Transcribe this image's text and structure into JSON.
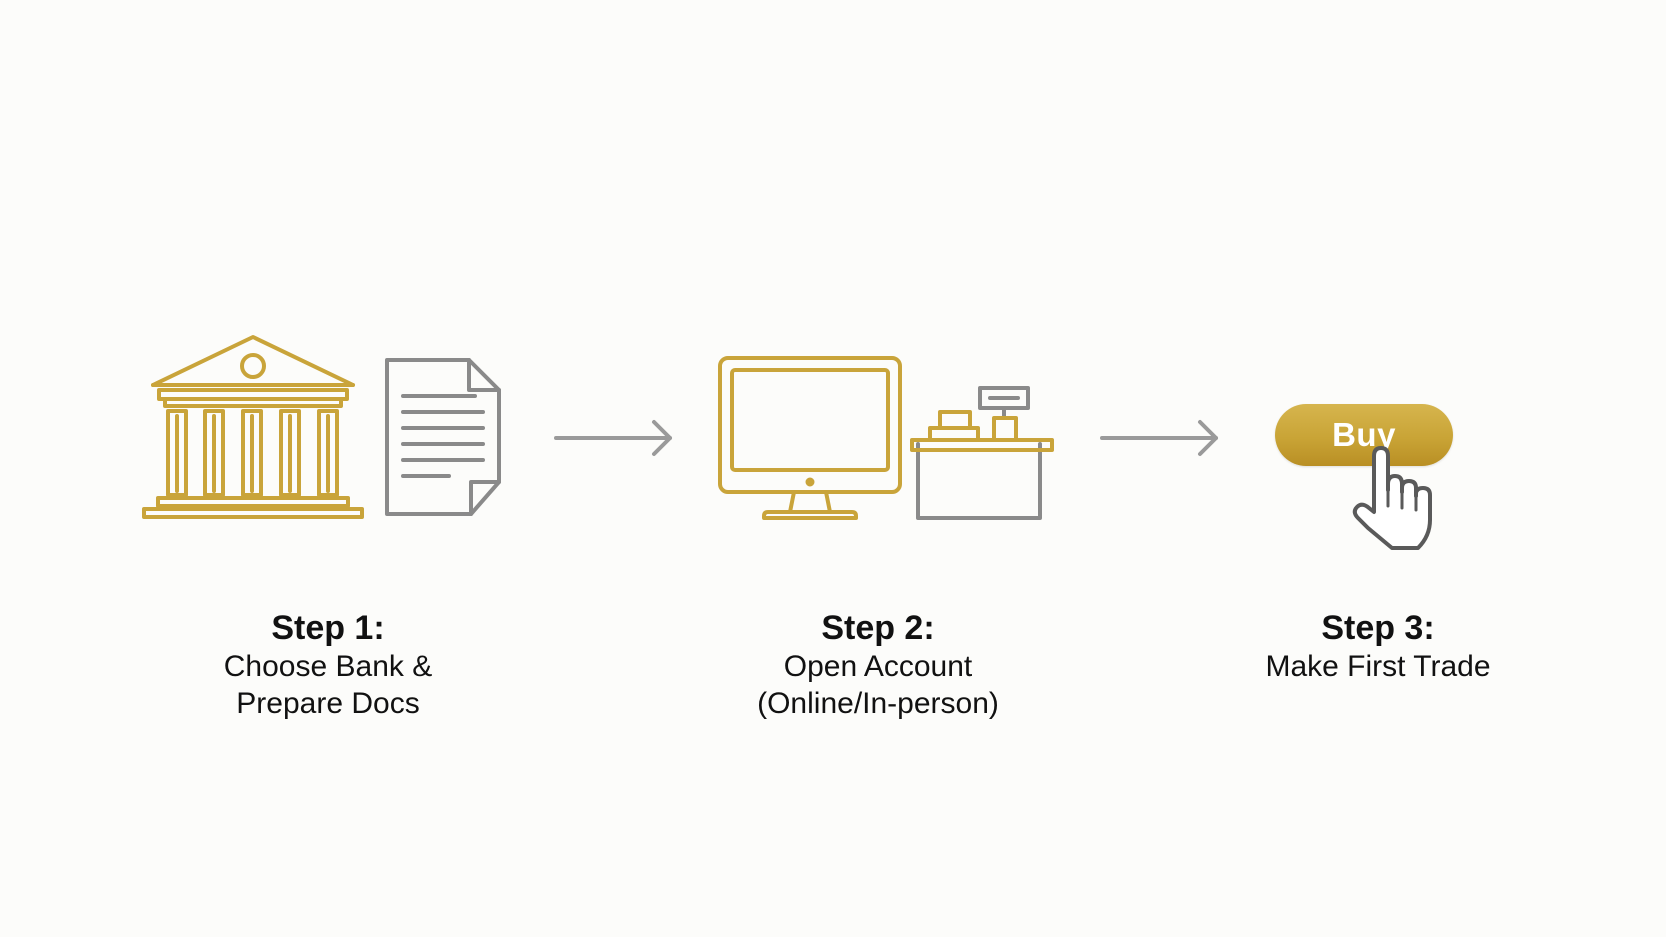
{
  "colors": {
    "gold": "#c9a43a",
    "gray": "#8a8a8a",
    "text": "#111111",
    "background": "#fcfcfa"
  },
  "steps": [
    {
      "title": "Step 1:",
      "desc_lines": [
        "Choose Bank &",
        "Prepare Docs"
      ],
      "icons": [
        "bank-building-icon",
        "document-icon"
      ]
    },
    {
      "title": "Step 2:",
      "desc_lines": [
        "Open Account",
        "(Online/In-person)"
      ],
      "icons": [
        "desktop-monitor-icon",
        "service-counter-icon"
      ]
    },
    {
      "title": "Step 3:",
      "desc_lines": [
        "Make First Trade"
      ],
      "icons": [
        "pointer-hand-icon"
      ]
    }
  ],
  "buy_button": {
    "label": "Buy"
  }
}
